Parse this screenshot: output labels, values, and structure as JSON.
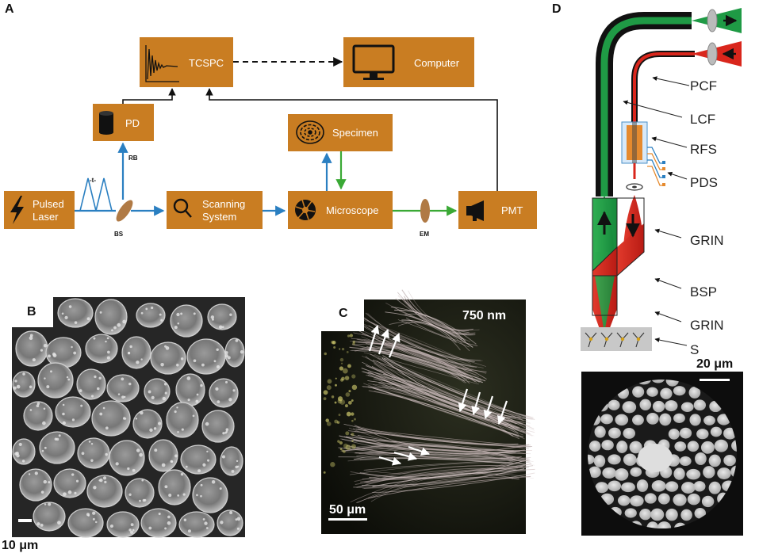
{
  "panels": {
    "a": {
      "letter": "A",
      "boxes": {
        "tcspc": "TCSPC",
        "computer": "Computer",
        "pd": "PD",
        "specimen": "Specimen",
        "pulsed_laser": "Pulsed\nLaser",
        "scanning_system": "Scanning\nSystem",
        "microscope": "Microscope",
        "pmt": "PMT"
      },
      "labels": {
        "rb": "RB",
        "bs": "BS",
        "em": "EM",
        "t": "-t-"
      }
    },
    "b": {
      "letter": "B",
      "scale": "10 μm"
    },
    "c": {
      "letter": "C",
      "wavelength": "750 nm",
      "scale": "50 μm"
    },
    "d": {
      "letter": "D",
      "labels": [
        "PCF",
        "LCF",
        "RFS",
        "PDS",
        "GRIN",
        "BSP",
        "GRIN",
        "S"
      ],
      "scale": "20 μm"
    }
  },
  "colors": {
    "box": "#c97d22",
    "blue_arrow": "#2a7fc1",
    "green_arrow": "#3aa935",
    "green_fiber": "#1f9a45",
    "red_fiber": "#d9261c"
  }
}
